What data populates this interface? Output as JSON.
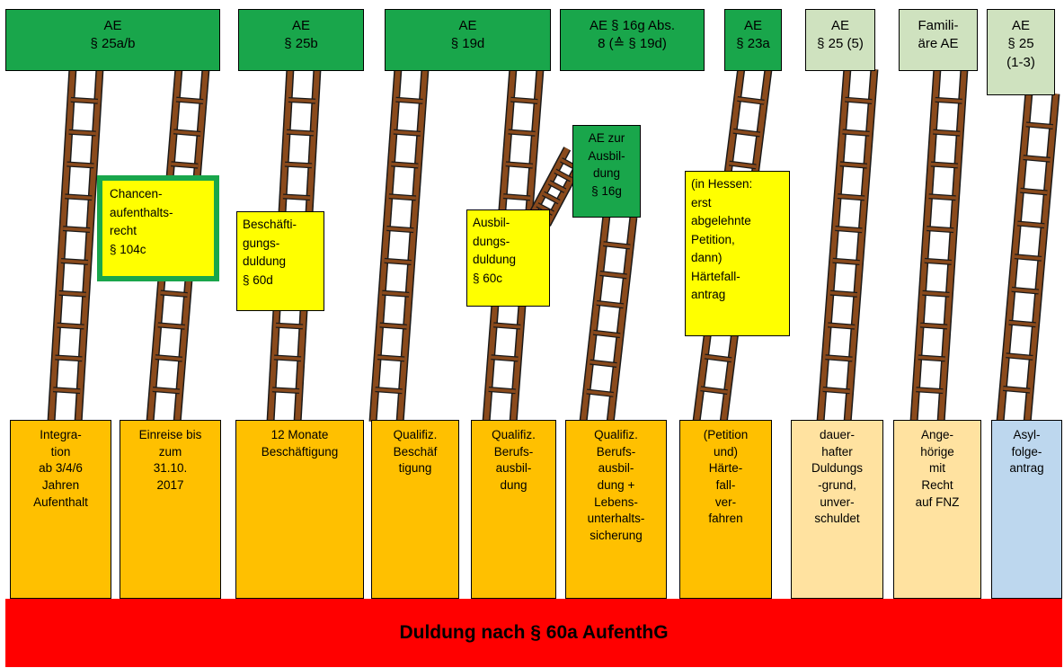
{
  "top_labels": [
    "AE\n§ 25a/b",
    "AE\n§ 25b",
    "AE\n§ 19d",
    "AE § 16g Abs.\n8 (≙ § 19d)",
    "AE\n§ 23a",
    "AE\n§ 25 (5)",
    "Famili-\näre AE",
    "AE\n§ 25\n(1-3)"
  ],
  "bottom_labels": [
    "Integra-\ntion\nab 3/4/6\nJahren\nAufenthalt",
    "Einreise bis\nzum\n31.10.\n2017",
    "12 Monate\nBeschäftigung",
    "Qualifiz.\nBeschäf\ntigung",
    "Qualifiz.\nBerufs-\nausbil-\ndung",
    "Qualifiz.\nBerufs-\nausbil-\ndung +\nLebens-\nunterhalts-\nsicherung",
    "(Petition\nund)\nHärte-\nfall-\nver-\nfahren",
    "dauer-\nhafter\nDuldungs\n-grund,\nunver-\nschuldet",
    "Ange-\nhörige\nmit\nRecht\nauf FNZ",
    "Asyl-\nfolge-\nantrag"
  ],
  "intermediate_labels": {
    "chancen": "Chancen-\naufenthalts-\nrecht\n§ 104c",
    "beschaeftigung": "Beschäfti-\ngungs-\nduldung\n§ 60d",
    "ausbildung": "Ausbil-\ndungs-\nduldung\n§ 60c",
    "ae_ausbildung": "AE zur\nAusbil-\ndung\n§ 16g",
    "haertefall": "(in Hessen:\nerst\nabgelehnte\nPetition,\ndann)\nHärtefall-\nantrag"
  },
  "base_label": "Duldung nach § 60a AufenthG",
  "colors": {
    "dark_green": "#19a64b",
    "light_green": "#cfe2bf",
    "orange": "#ffc000",
    "light_orange": "#ffe2a0",
    "blue": "#bdd7ee",
    "yellow": "#ffff00",
    "red": "#ff0000",
    "ladder_wood": "#8a4a1c"
  }
}
